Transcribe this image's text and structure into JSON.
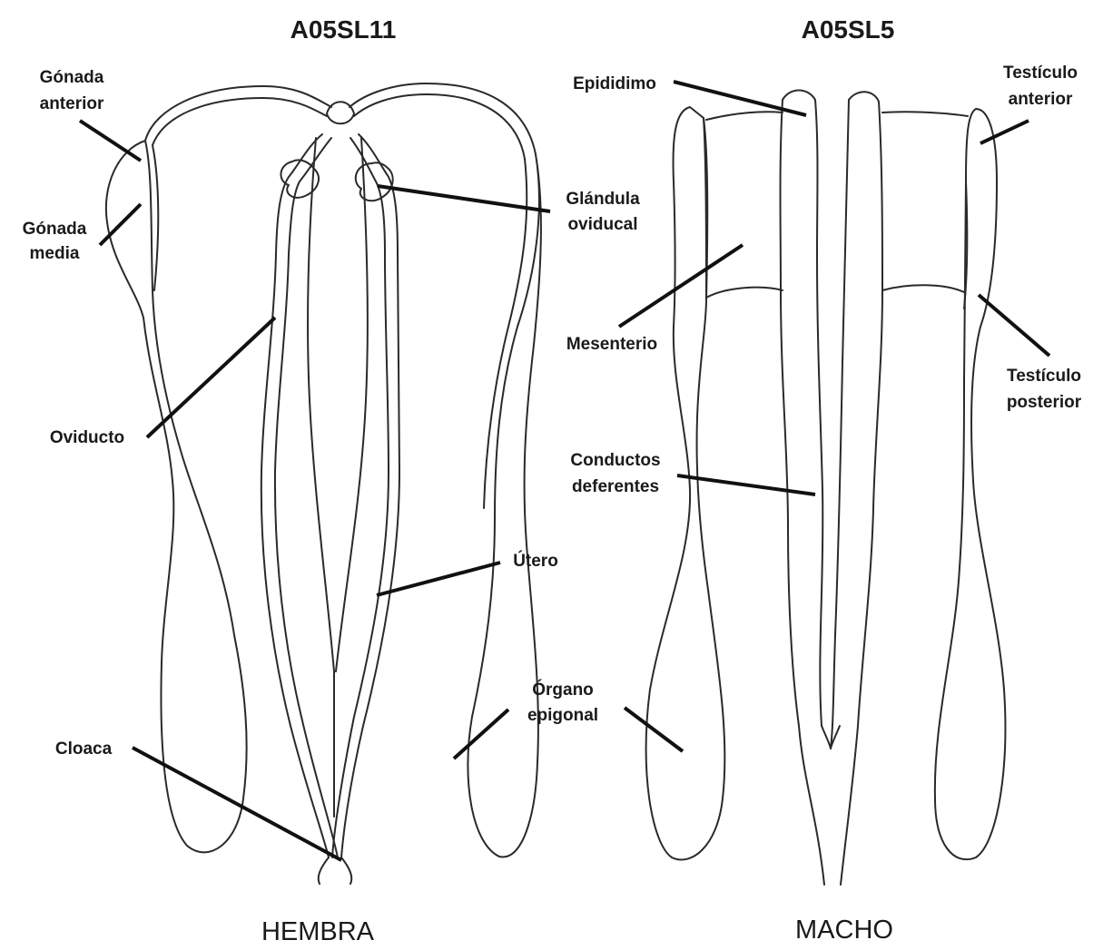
{
  "female": {
    "title": "A05SL11",
    "caption": "HEMBRA",
    "labels": {
      "gonada_anterior": [
        "Gónada",
        "anterior"
      ],
      "gonada_media": [
        "Gónada",
        "media"
      ],
      "oviducto": "Oviducto",
      "glandula_oviducal": [
        "Glándula",
        "oviducal"
      ],
      "utero": "Útero",
      "cloaca": "Cloaca",
      "organo_epigonal": [
        "Órgano",
        "epigonal"
      ]
    }
  },
  "male": {
    "title": "A05SL5",
    "caption": "MACHO",
    "labels": {
      "epididimo": "Epididimo",
      "testiculo_anterior": [
        "Testículo",
        "anterior"
      ],
      "mesenterio": "Mesenterio",
      "testiculo_posterior": [
        "Testículo",
        "posterior"
      ],
      "conductos_deferentes": [
        "Conductos",
        "deferentes"
      ]
    }
  },
  "colors": {
    "line": "#2a2a2a",
    "leader": "#111111",
    "text": "#1a1a1a",
    "background": "#ffffff"
  }
}
